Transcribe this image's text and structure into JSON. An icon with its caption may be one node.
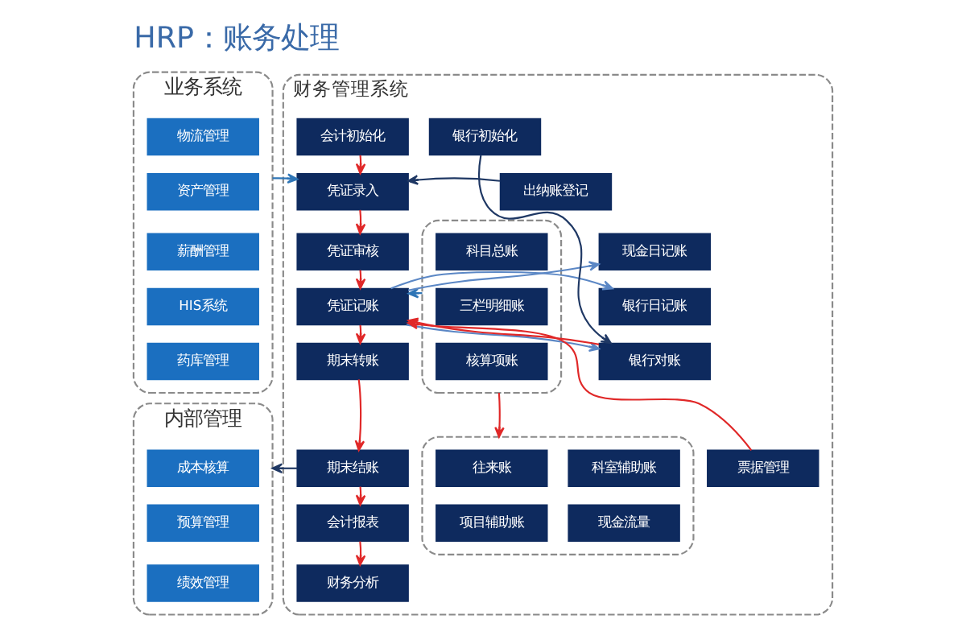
{
  "diagram": {
    "title": "HRP：账务处理",
    "nodes": [
      {
        "text": [
          "业务系统"
        ]
      },
      {
        "text": [
          "物流管理"
        ],
        "in": 0
      },
      {
        "text": [
          "资产管理"
        ],
        "in": 0
      },
      {
        "text": [
          "薪酬管理"
        ],
        "in": 0
      },
      {
        "text": [
          "HIS系统"
        ],
        "in": 0
      },
      {
        "text": [
          "药库管理"
        ],
        "in": 0
      },
      {
        "text": [
          "内部管理"
        ]
      },
      {
        "text": [
          "成本核算"
        ],
        "in": 6
      },
      {
        "text": [
          "预算管理"
        ],
        "in": 6
      },
      {
        "text": [
          "绩效管理"
        ],
        "in": 6
      },
      {
        "text": [
          "财务管理系统"
        ]
      },
      {
        "text": [
          "会计初始化"
        ],
        "in": 10
      },
      {
        "text": [
          "凭证录入"
        ],
        "in": 10
      },
      {
        "text": [
          "凭证审核"
        ],
        "in": 10
      },
      {
        "text": [
          "凭证记账"
        ],
        "in": 10
      },
      {
        "text": [
          "期末转账"
        ],
        "in": 10
      },
      {
        "text": [
          "期末结账"
        ],
        "in": 10
      },
      {
        "text": [
          "会计报表"
        ],
        "in": 10
      },
      {
        "text": [
          "财务分析"
        ],
        "in": 10
      },
      {
        "text": [],
        "shape": "box",
        "in": 10
      },
      {
        "text": [
          "科目总账"
        ],
        "in": 19
      },
      {
        "text": [
          "三栏明细账"
        ],
        "in": 19
      },
      {
        "text": [
          "核算项账"
        ],
        "in": 19
      },
      {
        "text": [],
        "shape": "box",
        "in": 10
      },
      {
        "text": [
          "往来账"
        ],
        "in": 23
      },
      {
        "text": [
          "科室辅助账"
        ],
        "in": 23
      },
      {
        "text": [
          "项目辅助账"
        ],
        "in": 23
      },
      {
        "text": [
          "现金流量"
        ],
        "in": 23
      },
      {
        "text": [
          "银行初始化"
        ],
        "in": 10
      },
      {
        "text": [
          "出纳账登记"
        ],
        "in": 10
      },
      {
        "text": [
          "现金日记账"
        ],
        "in": 10
      },
      {
        "text": [
          "银行日记账"
        ],
        "in": 10
      },
      {
        "text": [
          "银行对账"
        ],
        "in": 10
      },
      {
        "text": [
          "票据管理"
        ],
        "in": 10
      }
    ],
    "edges": [
      {
        "from": 0,
        "to": 12,
        "arrow": "to",
        "color": "#2e75b6"
      },
      {
        "from": 11,
        "to": 12,
        "arrow": "to"
      },
      {
        "from": 29,
        "to": 12,
        "arrow": "to",
        "color": "#1f3864"
      },
      {
        "from": 28,
        "to": 32,
        "arrow": "to",
        "color": "#1f3864"
      },
      {
        "from": 12,
        "to": 13,
        "arrow": "to"
      },
      {
        "from": 13,
        "to": 14,
        "arrow": "to"
      },
      {
        "from": 19,
        "to": 14,
        "arrow": "to",
        "color": "#2e75b6"
      },
      {
        "from": 14,
        "to": 30,
        "arrow": "to",
        "color": "#5b87c5"
      },
      {
        "from": 14,
        "to": 31,
        "arrow": "to",
        "color": "#5b87c5"
      },
      {
        "from": 14,
        "to": 32,
        "arrow": "to",
        "color": "#5b87c5"
      },
      {
        "from": 32,
        "to": 14,
        "arrow": "to"
      },
      {
        "from": 33,
        "to": 14,
        "arrow": "to"
      },
      {
        "from": 14,
        "to": 15,
        "arrow": "to"
      },
      {
        "from": 15,
        "to": 16,
        "arrow": "to"
      },
      {
        "from": 16,
        "to": 17,
        "arrow": "to"
      },
      {
        "from": 17,
        "to": 18,
        "arrow": "to"
      },
      {
        "from": 19,
        "to": 23,
        "arrow": "to"
      },
      {
        "from": 16,
        "to": 6,
        "arrow": "to",
        "color": "#1f3864"
      }
    ]
  }
}
